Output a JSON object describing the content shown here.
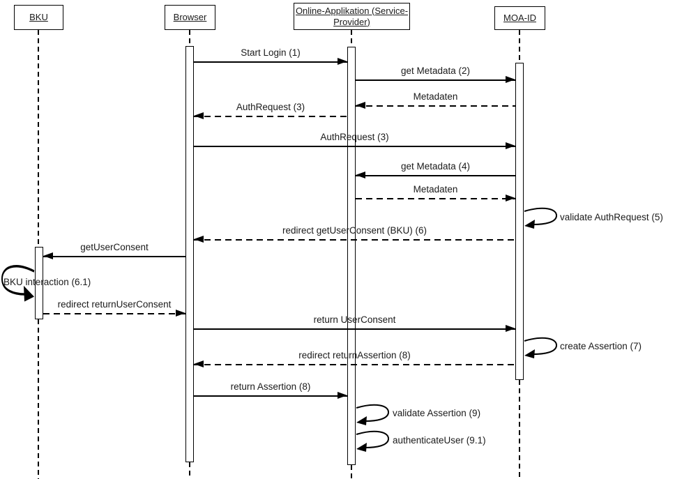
{
  "diagram": {
    "type": "uml-sequence-diagram",
    "background_color": "#ffffff",
    "line_color": "#000000",
    "actors": [
      {
        "id": "bku",
        "name": "BKU"
      },
      {
        "id": "browser",
        "name": "Browser"
      },
      {
        "id": "service-provider",
        "name": "Online-Applikation (Service-Provider)",
        "title_lines": [
          "Online-Applikation (Service-",
          "Provider)"
        ]
      },
      {
        "id": "moa-id",
        "name": "MOA-ID"
      }
    ],
    "messages": [
      {
        "label": "Start Login (1)",
        "from": "Browser",
        "to": "Online-Applikation (Service-Provider)",
        "style": "solid"
      },
      {
        "label": "get Metadata (2)",
        "from": "Online-Applikation (Service-Provider)",
        "to": "MOA-ID",
        "style": "solid"
      },
      {
        "label": "Metadaten",
        "from": "MOA-ID",
        "to": "Online-Applikation (Service-Provider)",
        "style": "dashed"
      },
      {
        "label": "AuthRequest (3)",
        "from": "Online-Applikation (Service-Provider)",
        "to": "Browser",
        "style": "dashed"
      },
      {
        "label": "AuthRequest (3)",
        "from": "Browser",
        "to": "MOA-ID",
        "style": "solid"
      },
      {
        "label": "get Metadata (4)",
        "from": "MOA-ID",
        "to": "Online-Applikation (Service-Provider)",
        "style": "solid"
      },
      {
        "label": "Metadaten",
        "from": "Online-Applikation (Service-Provider)",
        "to": "MOA-ID",
        "style": "dashed"
      },
      {
        "label": "validate AuthRequest (5)",
        "from": "MOA-ID",
        "to": "MOA-ID",
        "style": "self"
      },
      {
        "label": "redirect getUserConsent (BKU) (6)",
        "from": "MOA-ID",
        "to": "Browser",
        "style": "dashed"
      },
      {
        "label": "getUserConsent",
        "from": "Browser",
        "to": "BKU",
        "style": "solid"
      },
      {
        "label": "BKU interaction (6.1)",
        "from": "BKU",
        "to": "BKU",
        "style": "self"
      },
      {
        "label": "redirect returnUserConsent",
        "from": "BKU",
        "to": "Browser",
        "style": "dashed"
      },
      {
        "label": "return UserConsent",
        "from": "Browser",
        "to": "MOA-ID",
        "style": "solid"
      },
      {
        "label": "create Assertion (7)",
        "from": "MOA-ID",
        "to": "MOA-ID",
        "style": "self"
      },
      {
        "label": "redirect returnAssertion (8)",
        "from": "MOA-ID",
        "to": "Browser",
        "style": "dashed"
      },
      {
        "label": "return Assertion (8)",
        "from": "Browser",
        "to": "Online-Applikation (Service-Provider)",
        "style": "solid"
      },
      {
        "label": "validate Assertion (9)",
        "from": "Online-Applikation (Service-Provider)",
        "to": "Online-Applikation (Service-Provider)",
        "style": "self"
      },
      {
        "label": "authenticateUser (9.1)",
        "from": "Online-Applikation (Service-Provider)",
        "to": "Online-Applikation (Service-Provider)",
        "style": "self"
      }
    ]
  }
}
